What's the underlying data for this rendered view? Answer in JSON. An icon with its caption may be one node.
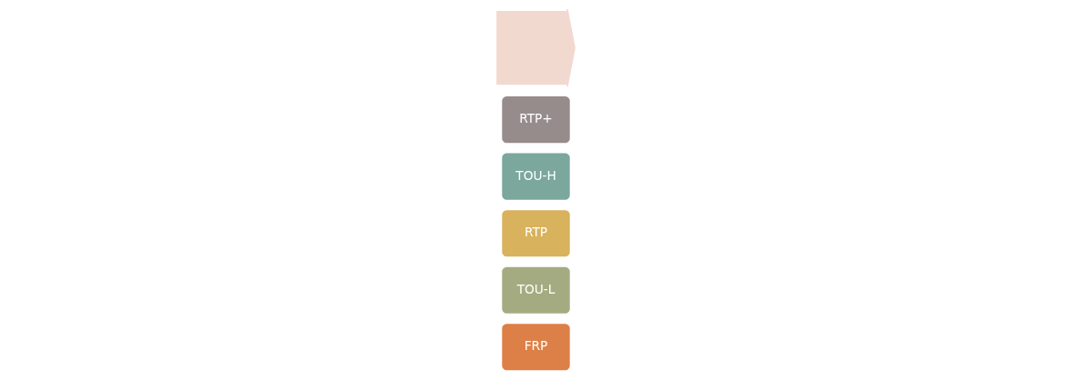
{
  "diagram": {
    "nodes": [
      {
        "text": [],
        "shape": "arrow"
      },
      {
        "text": [
          "FRP"
        ]
      },
      {
        "text": [
          "TOU-L"
        ]
      },
      {
        "text": [
          "RTP"
        ]
      },
      {
        "text": [
          "TOU-H"
        ]
      },
      {
        "text": [
          "RTP+"
        ]
      }
    ],
    "edges": []
  }
}
